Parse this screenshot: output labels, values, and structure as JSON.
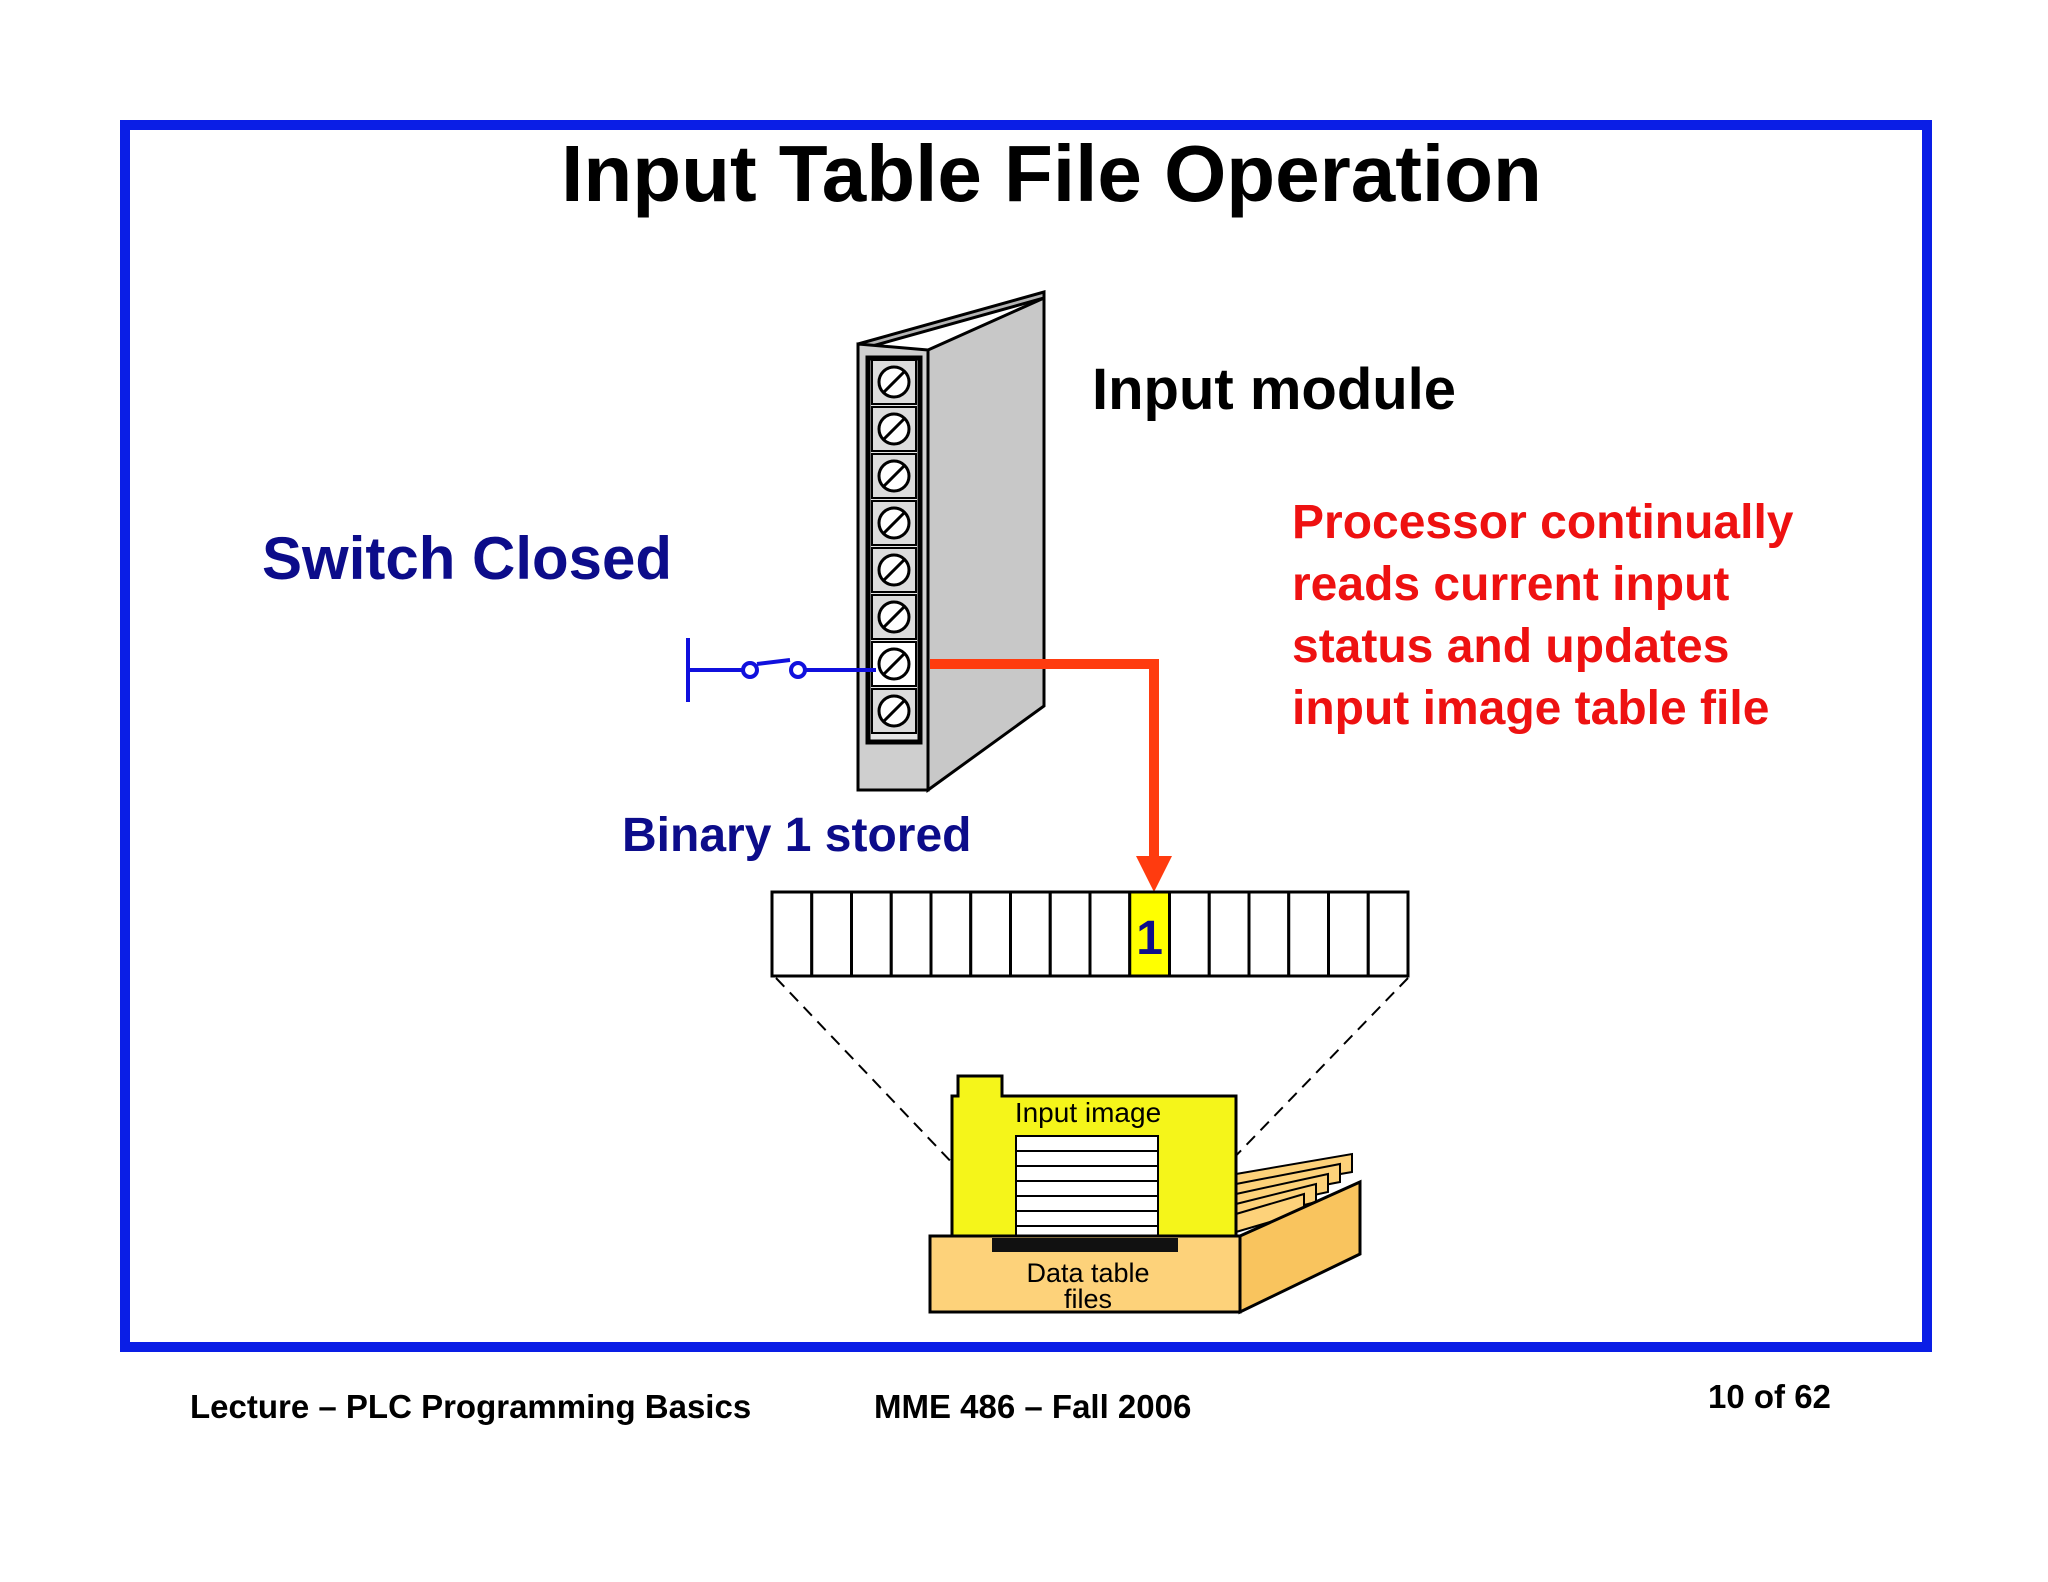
{
  "slide": {
    "title": "Input Table File Operation"
  },
  "labels": {
    "input_module": "Input module",
    "switch_closed": "Switch Closed",
    "binary_stored": "Binary 1 stored",
    "processor_note": [
      "Processor continually",
      "reads current input",
      "status and updates",
      "input image table file"
    ]
  },
  "image_table": {
    "total_bits": 16,
    "set_bit_index": 9,
    "set_bit_value": "1"
  },
  "file_drawing": {
    "input_image_label": "Input image",
    "data_table_label": [
      "Data table",
      "files"
    ]
  },
  "footer": {
    "lecture": "Lecture – PLC Programming Basics",
    "course": "MME 486 – Fall 2006",
    "page": "10 of 62"
  },
  "colors": {
    "frame": "#0a1ee6",
    "title": "#000000",
    "blue_text": "#0c0c8a",
    "red_text": "#ee1111",
    "signal_arrow": "#ff3b0f",
    "highlight_bit": "#ffff00",
    "folder_yellow": "#f5f51a",
    "tray": "#fdd27a",
    "module_body": "#c8c8c8"
  }
}
